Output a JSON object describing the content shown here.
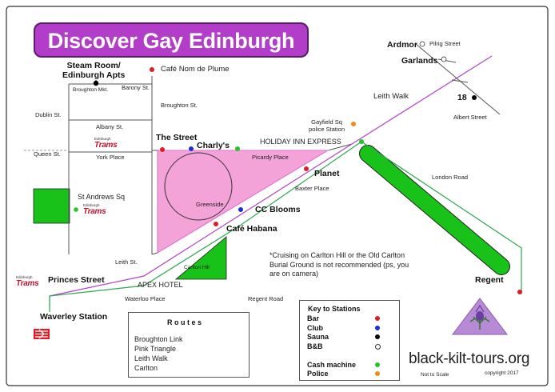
{
  "title": "Discover Gay Edinburgh",
  "colors": {
    "title_bg": "#b23dc9",
    "pink_triangle": "#f4a3d8",
    "green_area": "#19c219",
    "route_broughton": "#222222",
    "route_pink_triangle": "#e070d8",
    "route_leith_walk": "#b044c8",
    "route_carlton": "#2fa84f",
    "bar": "#e01b24",
    "club": "#1a2fd6",
    "sauna": "#000000",
    "bnb": "#ffffff",
    "cash_machine": "#26c426",
    "police": "#f08a1c"
  },
  "venues": {
    "steam_room": "Steam Room/\nEdinburgh Apts",
    "cafe_nom": "Café Nom de Plume",
    "the_street": "The Street",
    "charlys": "Charly's",
    "planet": "Planet",
    "cc_blooms": "CC Blooms",
    "cafe_habana": "Café Habana",
    "ardmor": "Ardmor",
    "garlands": "Garlands",
    "eighteen": "18",
    "holiday_inn": "HOLIDAY INN EXPRESS",
    "apex": "APEX HOTEL",
    "gayfield": "Gayfield Sq\npolice Station"
  },
  "streets": {
    "barony": "Barony St.",
    "broughton_mkt": "Broughton Mkt.",
    "broughton_st": "Broughton St.",
    "dublin": "Dublin St.",
    "albany": "Albany St.",
    "queen": "Queen St.",
    "york": "York Place",
    "st_andrews": "St Andrews Sq",
    "picardy": "Picardy Place",
    "baxter": "Baxter Place",
    "greenside": "Greenside",
    "carlton_hill": "Carlton Hill",
    "leith_st": "Leith St.",
    "princes": "Princes Street",
    "waterloo": "Waterloo Place",
    "regent_road": "Regent Road",
    "regent": "Regent",
    "london_road": "London Road",
    "leith_walk": "Leith Walk",
    "pilrig": "Pilrig Street",
    "albert": "Albert Street",
    "waverley": "Waverley Station"
  },
  "trams_label": "Trams",
  "trams_small": "Edinburgh",
  "note": "*Cruising on Carlton Hill or the Old Carlton\nBurial Ground is not recommended (ps, you\nare on camera)",
  "routes": {
    "title": "R o u t e s",
    "items": [
      {
        "label": "Broughton Link",
        "color": "#222222"
      },
      {
        "label": "Pink Triangle",
        "color": "#e070d8"
      },
      {
        "label": "Leith Walk",
        "color": "#b044c8"
      },
      {
        "label": "Carlton",
        "color": "#2fa84f"
      }
    ]
  },
  "key": {
    "title": "Key to Stations",
    "items": [
      {
        "label": "Bar",
        "color": "#e01b24"
      },
      {
        "label": "Club",
        "color": "#1a2fd6"
      },
      {
        "label": "Sauna",
        "color": "#000000"
      },
      {
        "label": "B&B",
        "color": "#ffffff"
      },
      {
        "label": "Cash machine",
        "color": "#26c426"
      },
      {
        "label": "Police",
        "color": "#f08a1c"
      }
    ]
  },
  "logo": "black-kilt-tours.org",
  "footer": {
    "scale": "Not to Scale",
    "copyright": "copyright 2017"
  }
}
